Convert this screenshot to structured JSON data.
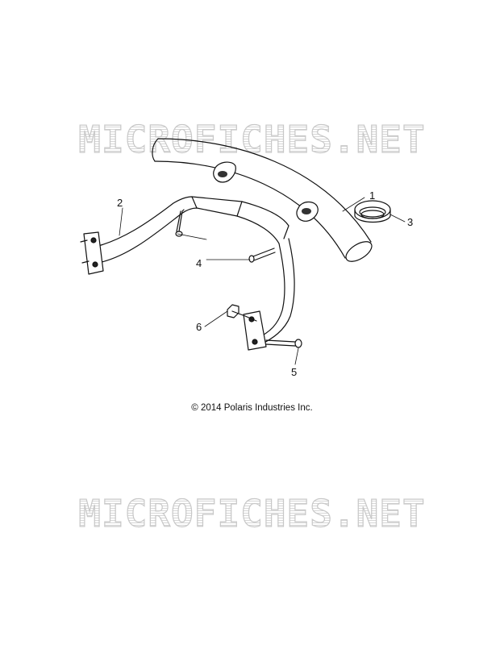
{
  "watermark": {
    "top_text": "MICROFICHES.NET",
    "bottom_text": "MICROFICHES.NET"
  },
  "callouts": {
    "part_1": "1",
    "part_2": "2",
    "part_3": "3",
    "part_4": "4",
    "part_5": "5",
    "part_6": "6"
  },
  "copyright": "© 2014 Polaris Industries Inc.",
  "colors": {
    "line": "#111111",
    "watermark": "#c8c8c8",
    "background": "#ffffff"
  }
}
